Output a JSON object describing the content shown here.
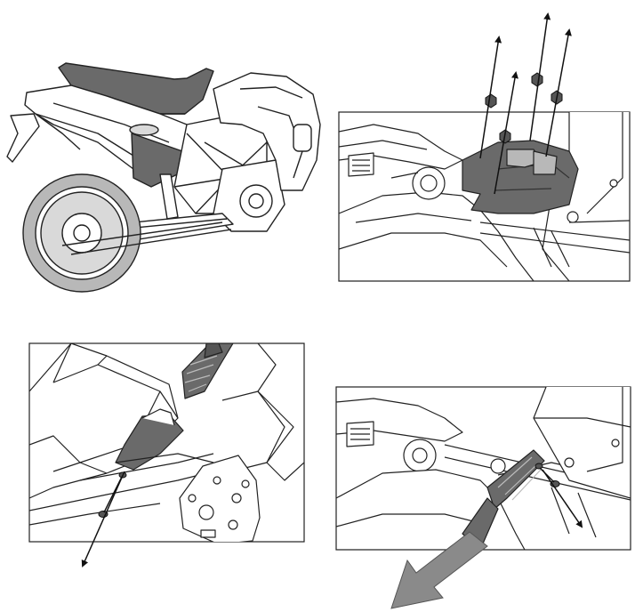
{
  "figure": {
    "background": "#ffffff",
    "line_color": "#222222",
    "shade_light": "#d9d9d9",
    "shade_mid": "#b8b8b8",
    "shade_dark": "#6a6a6a",
    "panels": [
      {
        "id": "overview",
        "icons": [
          "motorcycle-illustration"
        ]
      },
      {
        "id": "step-1",
        "icons": [
          "fastener-nut-icon",
          "removal-arrow-icon"
        ],
        "fastener_count": 4
      },
      {
        "id": "step-2",
        "icons": [
          "fastener-screw-icon",
          "removal-arrow-icon"
        ],
        "fastener_count": 1
      },
      {
        "id": "step-3",
        "icons": [
          "fastener-screw-icon",
          "removal-arrow-icon",
          "direction-arrow-icon"
        ],
        "fastener_count": 1
      }
    ]
  }
}
